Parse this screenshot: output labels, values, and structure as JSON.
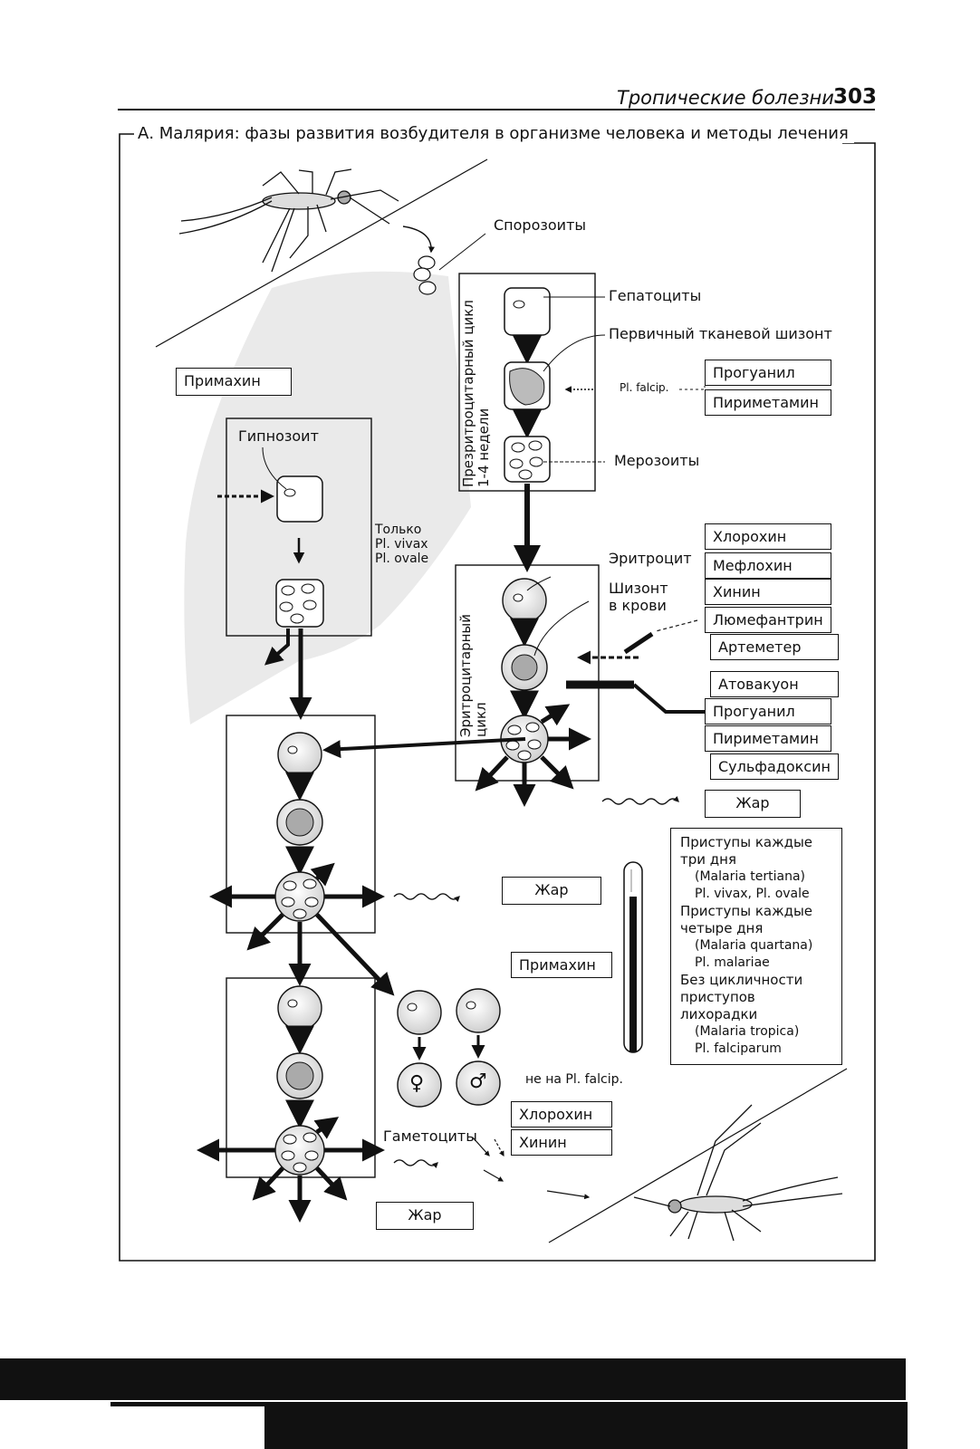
{
  "header": {
    "title": "Тропические болезни",
    "page": "303"
  },
  "figure": {
    "title": "А. Малярия: фазы развития возбудителя в организме человека и методы лечения"
  },
  "labels": {
    "sporozoites": "Спорозоиты",
    "hepatocytes": "Гепатоциты",
    "primary_schizont": "Первичный тканевой шизонт",
    "merozoites": "Мерозоиты",
    "hypnozoite": "Гипнозоит",
    "only_line1": "Только",
    "only_line2": "Pl. vivax",
    "only_line3": "Pl. ovale",
    "pl_falcip": "Pl. falcip.",
    "erythrocyte": "Эритроцит",
    "schizont_line1": "Шизонт",
    "schizont_line2": "в крови",
    "gametocytes": "Гаметоциты",
    "not_falcip": "не на Pl. falcip.",
    "female_symbol": "♀",
    "male_symbol": "♂"
  },
  "cycles": {
    "pre_line1": "Презритроцитарный цикл",
    "pre_line2": "1-4 недели",
    "ery_line1": "Эритроцитарный",
    "ery_line2": "цикл"
  },
  "drugs": {
    "primaquine_top": "Примахин",
    "proguanil_1": "Прогуанил",
    "pyrimethamine_1": "Пириметамин",
    "chloroquine_1": "Хлорохин",
    "mefloquine": "Мефлохин",
    "quinine_1": "Хинин",
    "lumefantrine": "Люмефантрин",
    "artemether": "Артеметер",
    "atovaquone": "Атовакуон",
    "proguanil_2": "Прогуанил",
    "pyrimethamine_2": "Пириметамин",
    "sulfadoxine": "Сульфадоксин",
    "primaquine_mid": "Примахин",
    "chloroquine_2": "Хлорохин",
    "quinine_2": "Хинин"
  },
  "fever": {
    "f1": "Жар",
    "f2": "Жар",
    "f3": "Жар"
  },
  "info": {
    "l1": "Приступы каждые",
    "l2": "три дня",
    "l3": "(Malaria tertiana)",
    "l4": "Pl. vivax, Pl. ovale",
    "l5": "Приступы каждые",
    "l6": "четыре дня",
    "l7": "(Malaria quartana)",
    "l8": "Pl. malariae",
    "l9": "Без цикличности",
    "l10": "приступов",
    "l11": "лихорадки",
    "l12": "(Malaria tropica)",
    "l13": "Pl. falciparum"
  }
}
